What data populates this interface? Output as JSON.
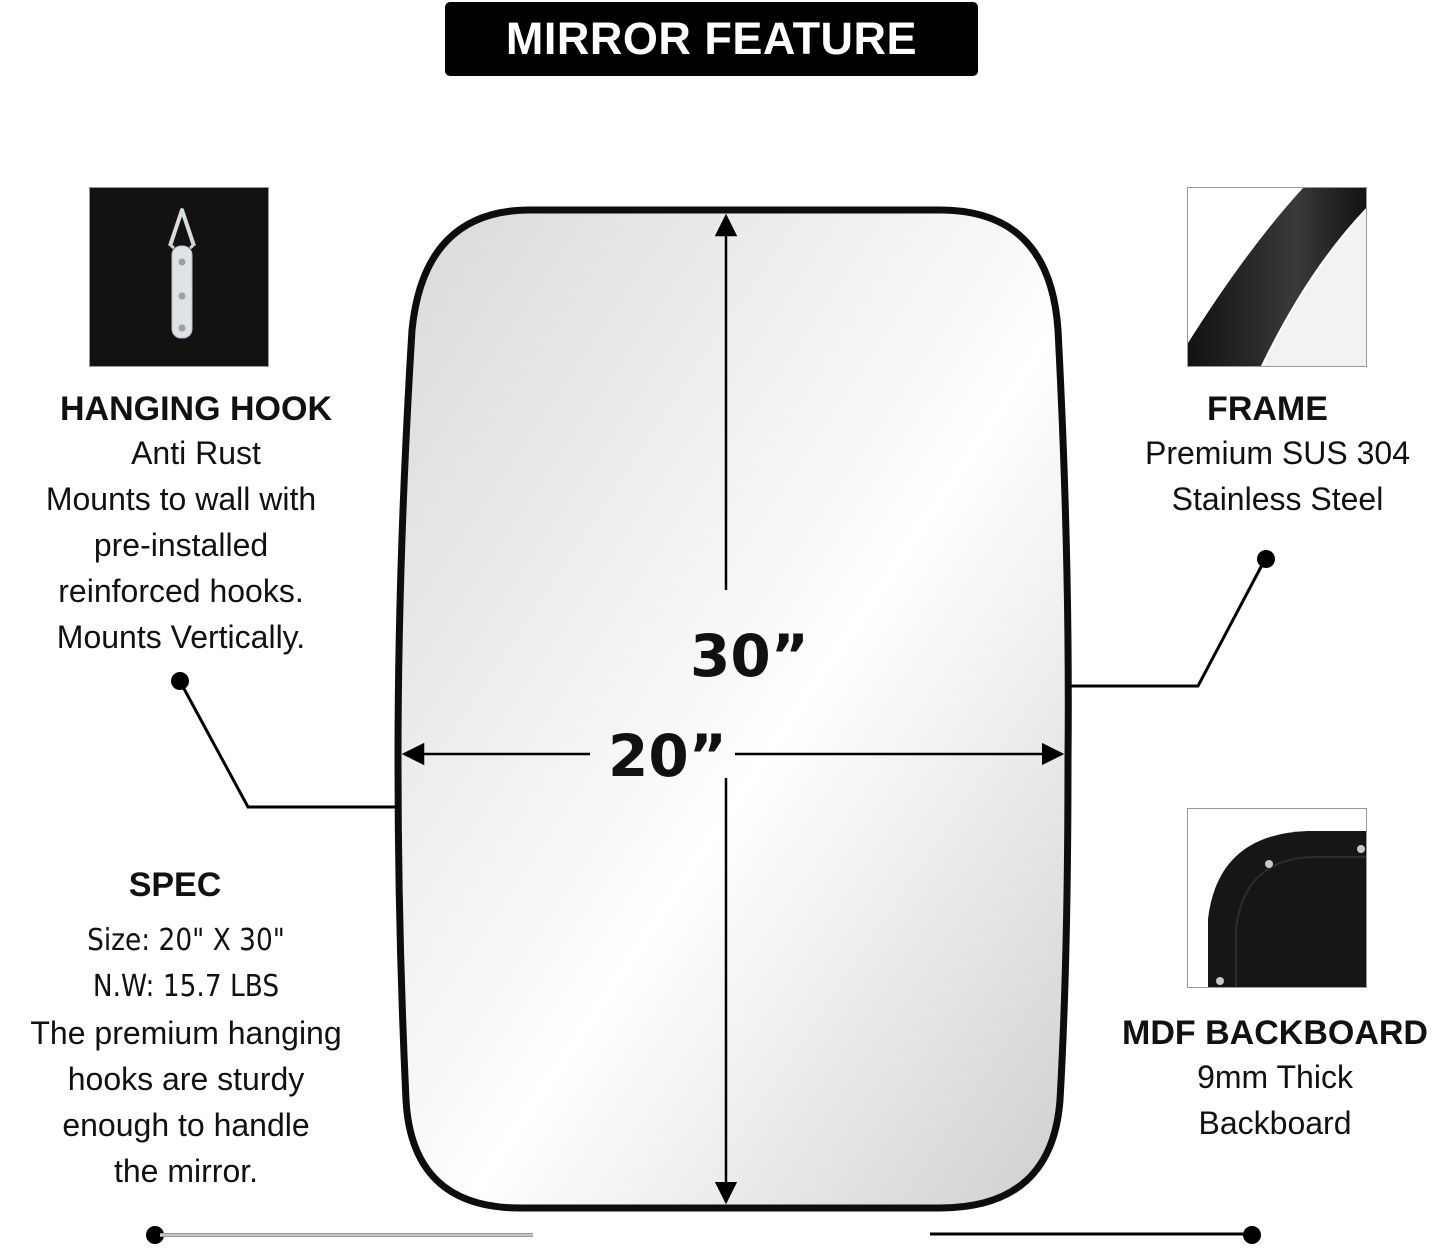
{
  "header": {
    "title": "MIRROR FEATURE"
  },
  "colors": {
    "background": "#ffffff",
    "title_bar": "#000000",
    "title_text": "#ffffff",
    "text": "#111111",
    "frame": "#0d0d0d"
  },
  "mirror": {
    "height_label": "30”",
    "width_label": "20”"
  },
  "features": {
    "hanging_hook": {
      "icon": "hanging-hook-photo",
      "title": "HANGING HOOK",
      "lines": [
        "Anti Rust",
        "Mounts to wall with",
        "pre-installed",
        "reinforced hooks.",
        "Mounts Vertically."
      ]
    },
    "frame": {
      "icon": "frame-closeup-photo",
      "title": "FRAME",
      "lines": [
        "Premium SUS 304",
        "Stainless Steel"
      ]
    },
    "spec": {
      "title": "SPEC",
      "size": "Size:  20\" X 30\"",
      "weight": "N.W:  15.7 LBS",
      "lines": [
        "The premium hanging",
        "hooks are sturdy",
        "enough to handle",
        "the mirror."
      ]
    },
    "backboard": {
      "icon": "mdf-backboard-photo",
      "title": "MDF BACKBOARD",
      "lines": [
        "9mm Thick",
        "Backboard"
      ]
    }
  }
}
